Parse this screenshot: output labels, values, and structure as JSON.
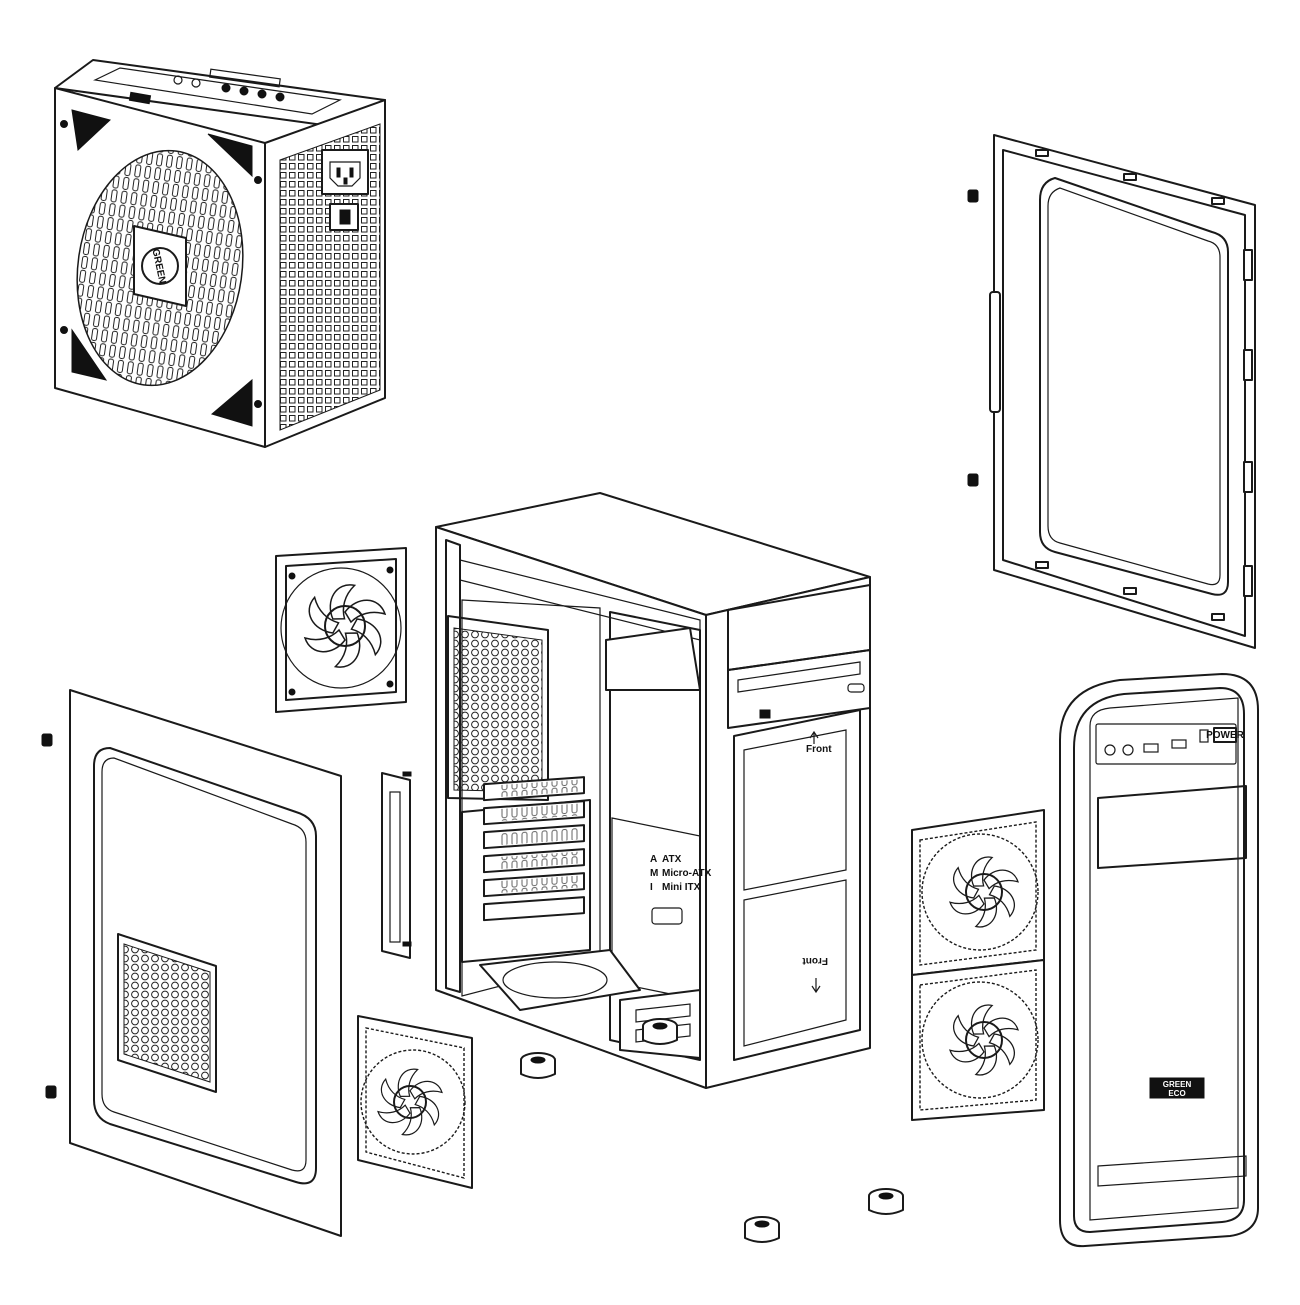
{
  "psu": {
    "brand": "GREEN"
  },
  "chassis": {
    "front_arrow_top": "Front",
    "front_arrow_bottom": "Front",
    "mb_support": [
      {
        "letter": "A",
        "label": "ATX"
      },
      {
        "letter": "M",
        "label": "Micro-ATX"
      },
      {
        "letter": "I",
        "label": "Mini ITX"
      }
    ]
  },
  "front_bezel": {
    "power_label": "POWER",
    "badge_brand": "GREEN",
    "badge_model": "ECO"
  }
}
